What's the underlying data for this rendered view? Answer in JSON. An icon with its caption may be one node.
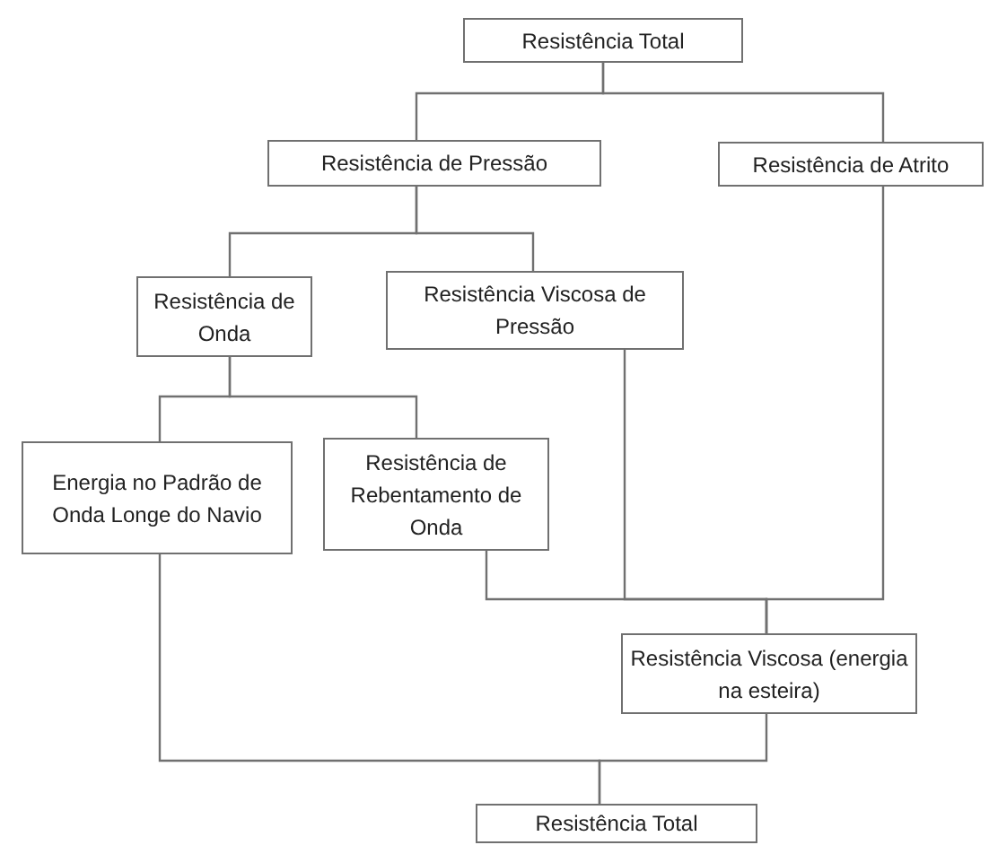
{
  "diagram": {
    "nodes": [
      {
        "text": [
          "Resistência Total"
        ]
      },
      {
        "text": [
          "Resistência de Pressão"
        ]
      },
      {
        "text": [
          "Resistência de Atrito"
        ]
      },
      {
        "text": [
          "Resistência de Onda"
        ]
      },
      {
        "text": [
          "Resistência Viscosa de Pressão"
        ]
      },
      {
        "text": [
          "Energia no Padrão de Onda Longe do Navio"
        ]
      },
      {
        "text": [
          "Resistência de Rebentamento de Onda"
        ]
      },
      {
        "text": [
          "Resistência Viscosa (energia na esteira)"
        ]
      },
      {
        "text": [
          "Resistência Total"
        ]
      }
    ],
    "edges": [
      {
        "from": 0,
        "to": 1,
        "arrow": "none"
      },
      {
        "from": 0,
        "to": 2,
        "arrow": "none"
      },
      {
        "from": 1,
        "to": 3,
        "arrow": "none"
      },
      {
        "from": 1,
        "to": 4,
        "arrow": "none"
      },
      {
        "from": 3,
        "to": 5,
        "arrow": "none"
      },
      {
        "from": 3,
        "to": 6,
        "arrow": "none"
      },
      {
        "from": 6,
        "to": 7,
        "arrow": "none"
      },
      {
        "from": 4,
        "to": 7,
        "arrow": "none"
      },
      {
        "from": 2,
        "to": 7,
        "arrow": "none"
      },
      {
        "from": 5,
        "to": 8,
        "arrow": "none"
      },
      {
        "from": 7,
        "to": 8,
        "arrow": "none"
      }
    ]
  }
}
